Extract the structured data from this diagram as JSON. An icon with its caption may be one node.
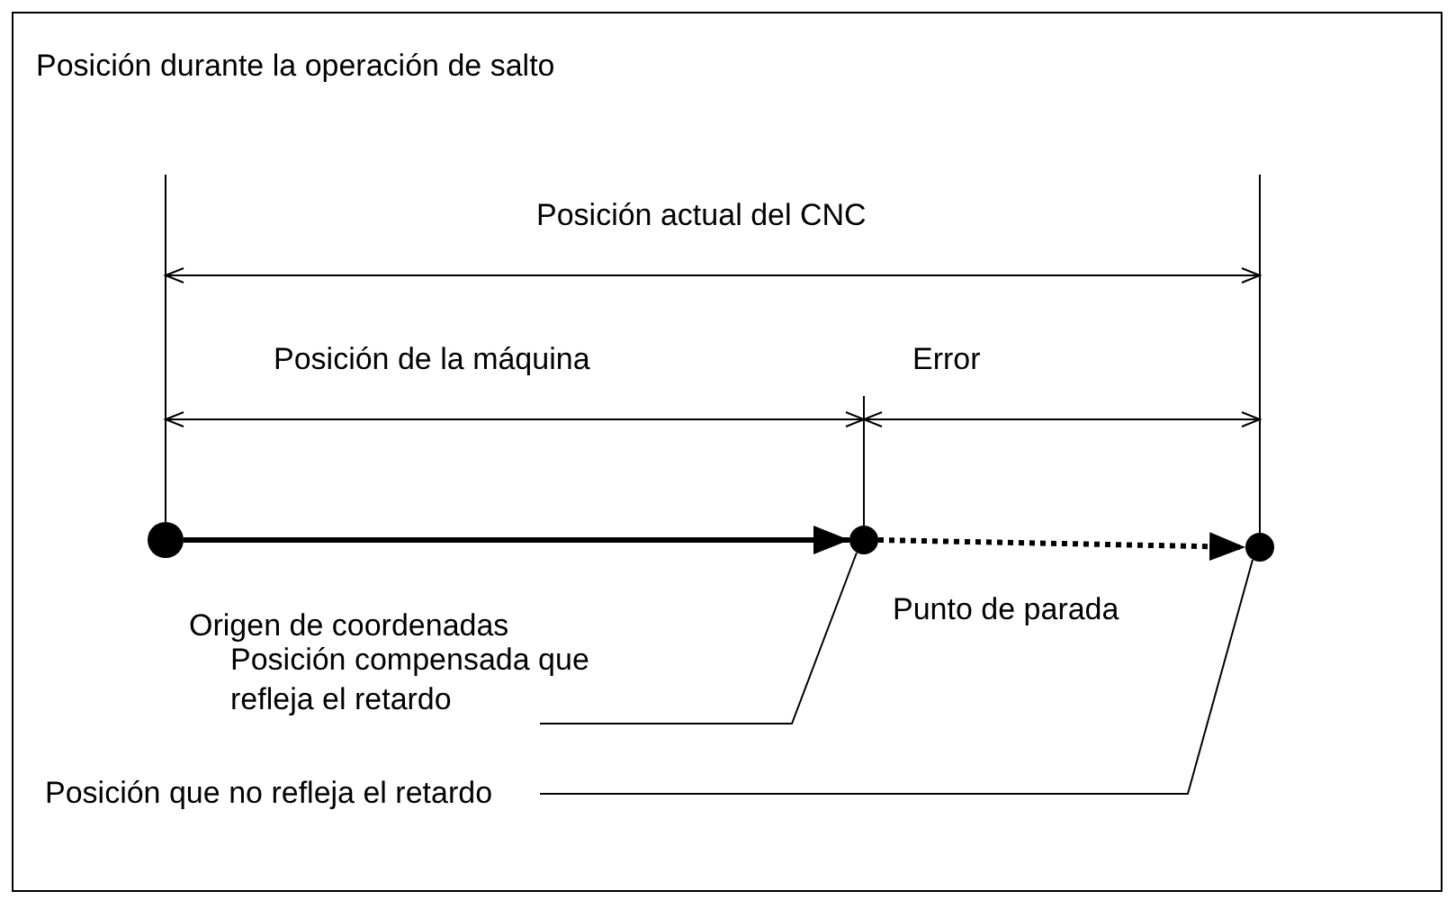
{
  "diagram": {
    "title": "Posición durante la operación de salto",
    "nodes": [
      {
        "text": [],
        "shape": "circle"
      },
      {
        "text": [],
        "shape": "circle"
      },
      {
        "text": [],
        "shape": "circle"
      },
      {
        "text": [
          "Posición compensada que refleja el retardo"
        ]
      },
      {
        "text": [
          "Posición que no refleja el retardo"
        ]
      }
    ],
    "edges": [
      {
        "from": 0,
        "to": 1,
        "arrow": "to",
        "style": "thick"
      },
      {
        "from": 1,
        "to": 2,
        "arrow": "to",
        "style": "dashed"
      },
      {
        "from": 3,
        "to": 1,
        "arrow": "none"
      },
      {
        "from": 4,
        "to": 2,
        "arrow": "none"
      }
    ],
    "labels": [
      "Posición actual del CNC",
      "Posición de la máquina",
      "Error",
      "Origen de coordenadas",
      "Punto de parada"
    ]
  }
}
